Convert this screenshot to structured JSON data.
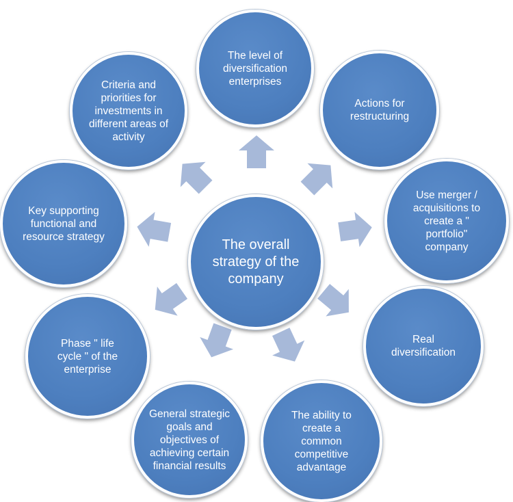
{
  "center": {
    "text": "The overall strategy of the company"
  },
  "nodes": [
    {
      "id": "diversification-level",
      "text": "The level of diversification enterprises"
    },
    {
      "id": "restructuring",
      "text": "Actions for restructuring"
    },
    {
      "id": "merger-acquisitions",
      "text": "Use merger / acquisitions to create a \" portfolio\" company"
    },
    {
      "id": "real-diversification",
      "text": "Real diversification"
    },
    {
      "id": "competitive-advantage",
      "text": "The ability to create a common competitive advantage"
    },
    {
      "id": "strategic-goals",
      "text": "General strategic goals and objectives of achieving certain financial results"
    },
    {
      "id": "life-cycle",
      "text": "Phase \" life cycle \" of the enterprise"
    },
    {
      "id": "supporting-strategy",
      "text": "Key supporting functional and resource strategy"
    },
    {
      "id": "investment-criteria",
      "text": "Criteria and priorities for investments in different areas of activity"
    }
  ],
  "colors": {
    "circle": "#4f81bd",
    "arrow": "#a7b9d9",
    "text": "#ffffff"
  }
}
